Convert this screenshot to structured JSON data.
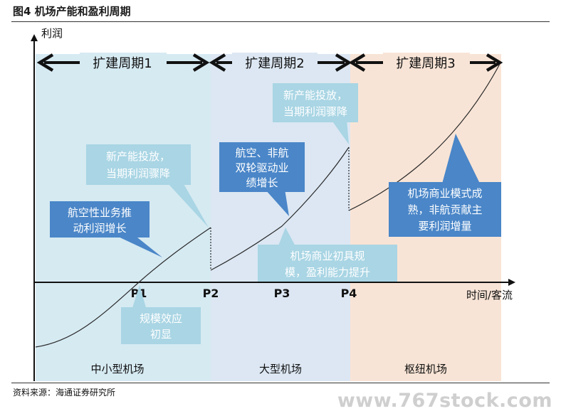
{
  "figure_title": "图4  机场产能和盈利周期",
  "axes": {
    "y_label": "利润",
    "x_label": "时间/客流"
  },
  "periods": [
    {
      "label": "扩建周期1",
      "color": "#d6eaf2"
    },
    {
      "label": "扩建周期2",
      "color": "#dce7f3"
    },
    {
      "label": "扩建周期3",
      "color": "#f8e4d6"
    }
  ],
  "ticks": [
    "P1",
    "P2",
    "P3",
    "P4"
  ],
  "zones": [
    "中小型机场",
    "大型机场",
    "枢纽机场"
  ],
  "callouts": {
    "new_capacity_1": [
      "新产能投放，",
      "当期利润骤降"
    ],
    "new_capacity_2": [
      "新产能投放，",
      "当期利润骤降"
    ],
    "aviation_growth": [
      "航空性业务推",
      "动利润增长"
    ],
    "dual_drive": [
      "航空、非航",
      "双轮驱动业",
      "绩增长"
    ],
    "scale_effect": [
      "规模效应",
      "初显"
    ],
    "commercial_model": [
      "机场商业初具规",
      "模，盈利能力提升"
    ],
    "mature_model": [
      "机场商业模式成",
      "熟，非航贡献主",
      "要利润增量"
    ]
  },
  "colors": {
    "light_callout": "#a9d5e4",
    "dark_callout": "#4a86c8",
    "curve": "#2a2a2a"
  },
  "source": "资料来源：海通证券研究所",
  "watermark": "www.767stock.com"
}
